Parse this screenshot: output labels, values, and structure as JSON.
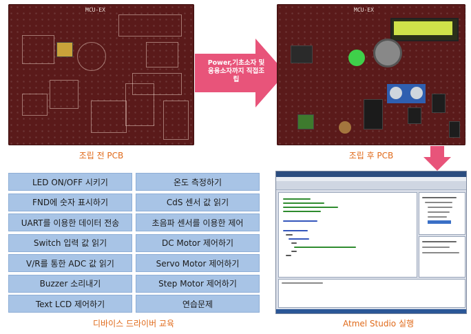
{
  "captions": {
    "before_pcb": "조립 전 PCB",
    "after_pcb": "조립 후 PCB",
    "course_list": "디바이스 드라이버 교육",
    "studio": "Atmel Studio 실행"
  },
  "arrow_text": "Power,기초소자 및응용소자까지 직접조립",
  "board_title": "MCU-EX",
  "courses": [
    "LED ON/OFF 시키기",
    "온도 측정하기",
    "FND에 숫자 표시하기",
    "CdS 센서 값 읽기",
    "UART를 이용한 데이터 전송",
    "초음파 센서를 이용한 제어",
    "Switch 입력 값 읽기",
    "DC Motor 제어하기",
    "V/R를 통한 ADC 값 읽기",
    "Servo Motor 제어하기",
    "Buzzer 소리내기",
    "Step Motor 제어하기",
    "Text LCD 제어하기",
    "연습문제"
  ],
  "colors": {
    "caption": "#e06a1a",
    "arrow": "#e8547a",
    "course_cell": "#a8c4e6",
    "pcb": "#5a1a1a"
  }
}
